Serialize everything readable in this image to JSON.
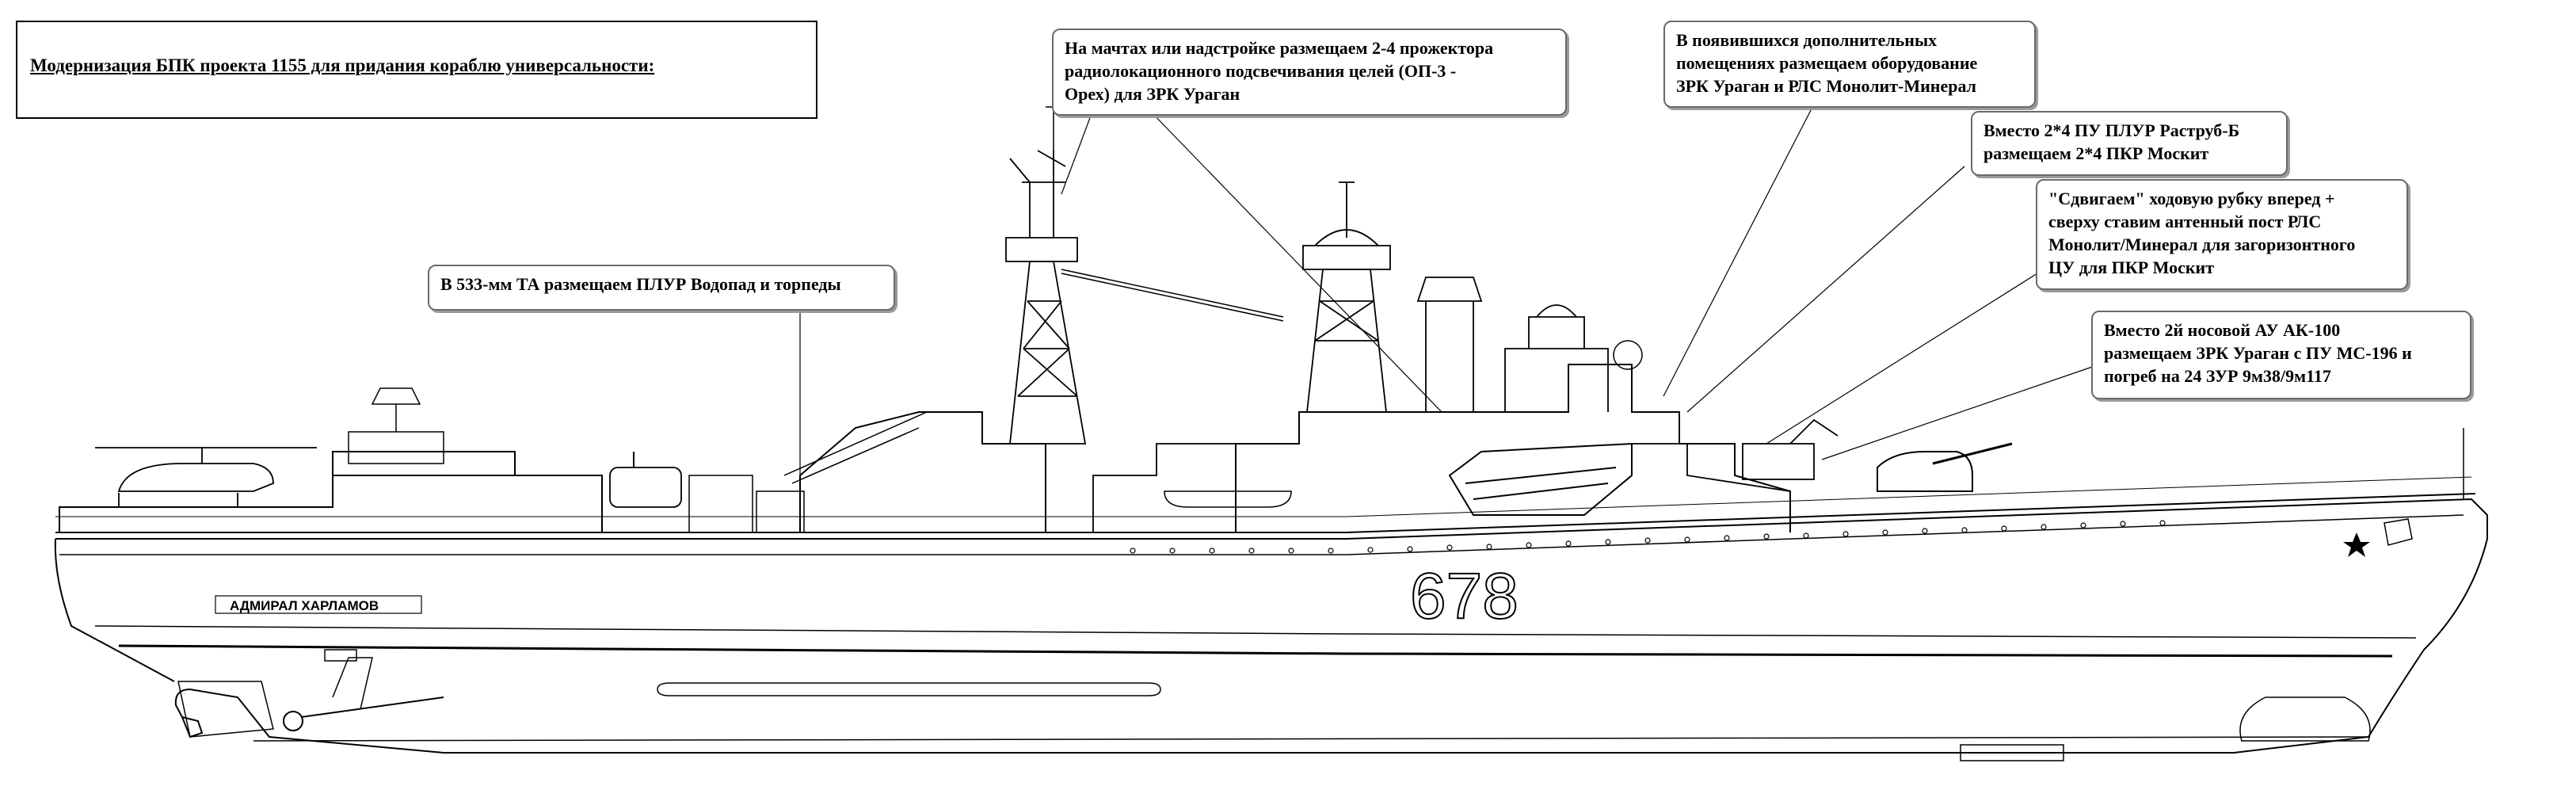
{
  "title": "Модернизация БПК проекта 1155 для придания кораблю универсальности:",
  "ship": {
    "hull_number": "678",
    "name_plate": "АДМИРАЛ ХАРЛАМОВ"
  },
  "callouts": [
    {
      "id": "torpedo-tubes",
      "lines": [
        "В 533-мм ТА размещаем ПЛУР Водопад и торпеды"
      ]
    },
    {
      "id": "masts-illuminators",
      "lines": [
        "На мачтах или надстройке размещаем 2-4 прожектора",
        "радиолокационного подсвечивания целей (ОП-3 -",
        "Орех) для ЗРК Ураган"
      ]
    },
    {
      "id": "new-compartments",
      "lines": [
        "В появившихся дополнительных",
        "помещениях размещаем оборудование",
        "ЗРК Ураган и РЛС Монолит-Минерал"
      ]
    },
    {
      "id": "moskit-launchers",
      "lines": [
        "Вместо 2*4 ПУ ПЛУР Раструб-Б",
        "размещаем 2*4 ПКР Москит"
      ]
    },
    {
      "id": "bridge-shift",
      "lines": [
        "\"Сдвигаем\" ходовую рубку вперед +",
        "сверху ставим антенный пост РЛС",
        "Монолит/Минерал для загоризонтного",
        "ЦУ для ПКР Москит"
      ]
    },
    {
      "id": "ak100-replacement",
      "lines": [
        "Вместо 2й носовой АУ АК-100",
        "размещаем ЗРК Ураган с ПУ МС-196 и",
        "погреб на 24 ЗУР 9м38/9м117"
      ]
    }
  ],
  "colors": {
    "line": "#000000",
    "box_border": "#6a6a6a",
    "shadow": "#9a9a9a"
  }
}
